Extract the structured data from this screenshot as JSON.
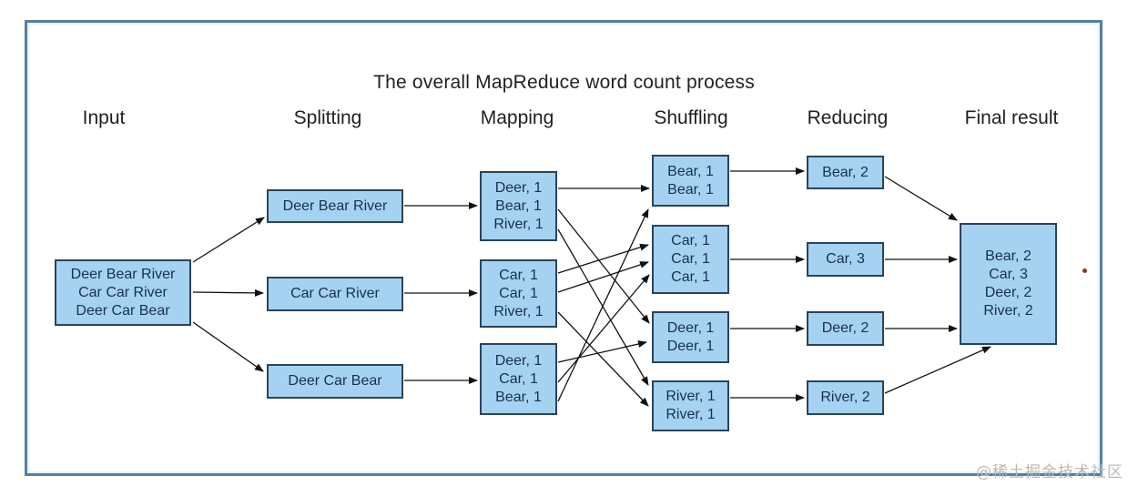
{
  "title": "The overall MapReduce word count process",
  "watermark": "@稀土掘金技术社区",
  "colors": {
    "frame_border": "#587f9d",
    "box_fill": "#a6d2f2",
    "box_border": "#2a4459",
    "box_text": "#17304f",
    "arrow": "#111111",
    "red_dot": "#8d3424",
    "watermark_text": "#b9b9b9"
  },
  "columns": [
    {
      "label": "Input"
    },
    {
      "label": "Splitting"
    },
    {
      "label": "Mapping"
    },
    {
      "label": "Shuffling"
    },
    {
      "label": "Reducing"
    },
    {
      "label": "Final result"
    }
  ],
  "input": {
    "lines": [
      "Deer Bear River",
      "Car Car River",
      "Deer Car Bear"
    ]
  },
  "splitting": {
    "boxes": [
      [
        "Deer Bear River"
      ],
      [
        "Car Car River"
      ],
      [
        "Deer Car Bear"
      ]
    ]
  },
  "mapping": {
    "boxes": [
      [
        "Deer, 1",
        "Bear, 1",
        "River, 1"
      ],
      [
        "Car, 1",
        "Car, 1",
        "River, 1"
      ],
      [
        "Deer, 1",
        "Car, 1",
        "Bear, 1"
      ]
    ]
  },
  "shuffling": {
    "boxes": [
      [
        "Bear, 1",
        "Bear, 1"
      ],
      [
        "Car, 1",
        "Car, 1",
        "Car, 1"
      ],
      [
        "Deer, 1",
        "Deer, 1"
      ],
      [
        "River, 1",
        "River, 1"
      ]
    ]
  },
  "reducing": {
    "boxes": [
      [
        "Bear, 2"
      ],
      [
        "Car, 3"
      ],
      [
        "Deer, 2"
      ],
      [
        "River, 2"
      ]
    ]
  },
  "final": {
    "lines": [
      "Bear, 2",
      "Car, 3",
      "Deer, 2",
      "River, 2"
    ]
  }
}
